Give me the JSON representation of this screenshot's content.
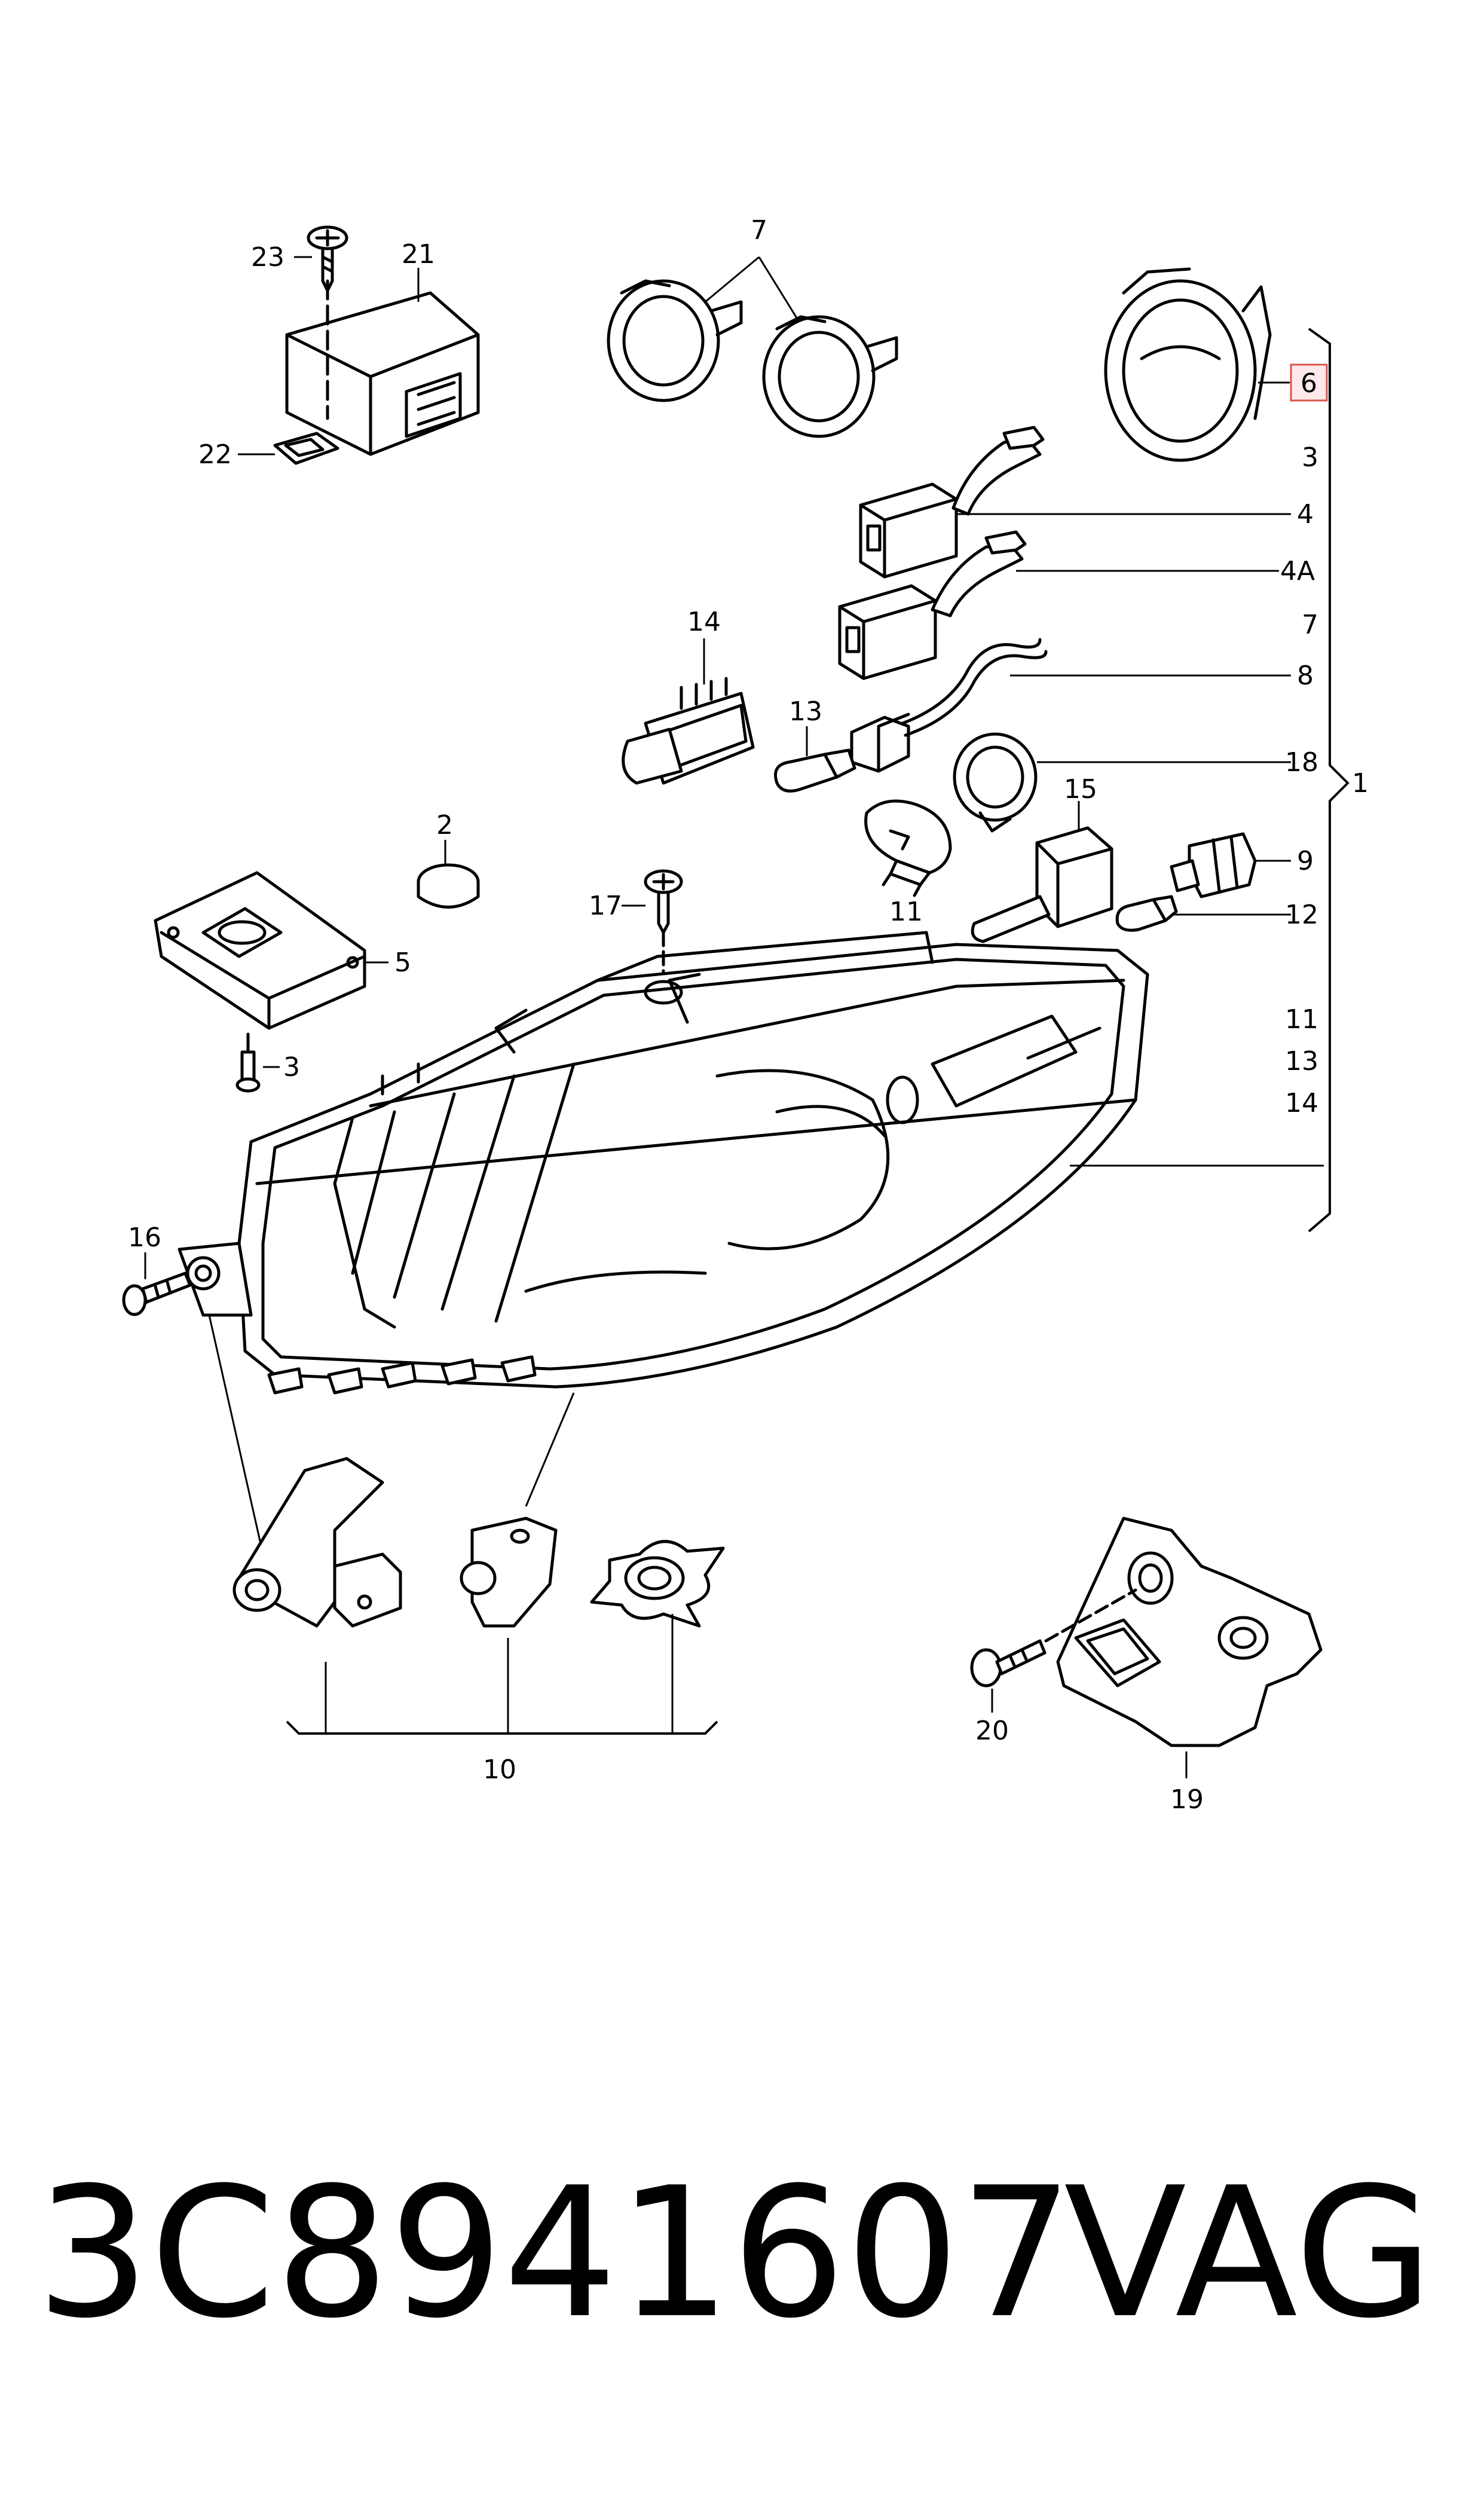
{
  "diagram": {
    "callouts": {
      "c1": "1",
      "c2": "2",
      "c3_right": "3",
      "c3_left": "3",
      "c4": "4",
      "c4a": "4A",
      "c5": "5",
      "c6": "6",
      "c7_top": "7",
      "c7_right": "7",
      "c8": "8",
      "c9": "9",
      "c10": "10",
      "c11_bulb": "11",
      "c11_right": "11",
      "c12": "12",
      "c13_bulb": "13",
      "c13_right": "13",
      "c14_bulb": "14",
      "c14_right": "14",
      "c15": "15",
      "c16": "16",
      "c17": "17",
      "c18": "18",
      "c19": "19",
      "c20": "20",
      "c21": "21",
      "c22": "22",
      "c23": "23"
    },
    "highlight_color": "#d9534f"
  },
  "footer": {
    "part_number": "3C8941607",
    "brand": "VAG"
  }
}
